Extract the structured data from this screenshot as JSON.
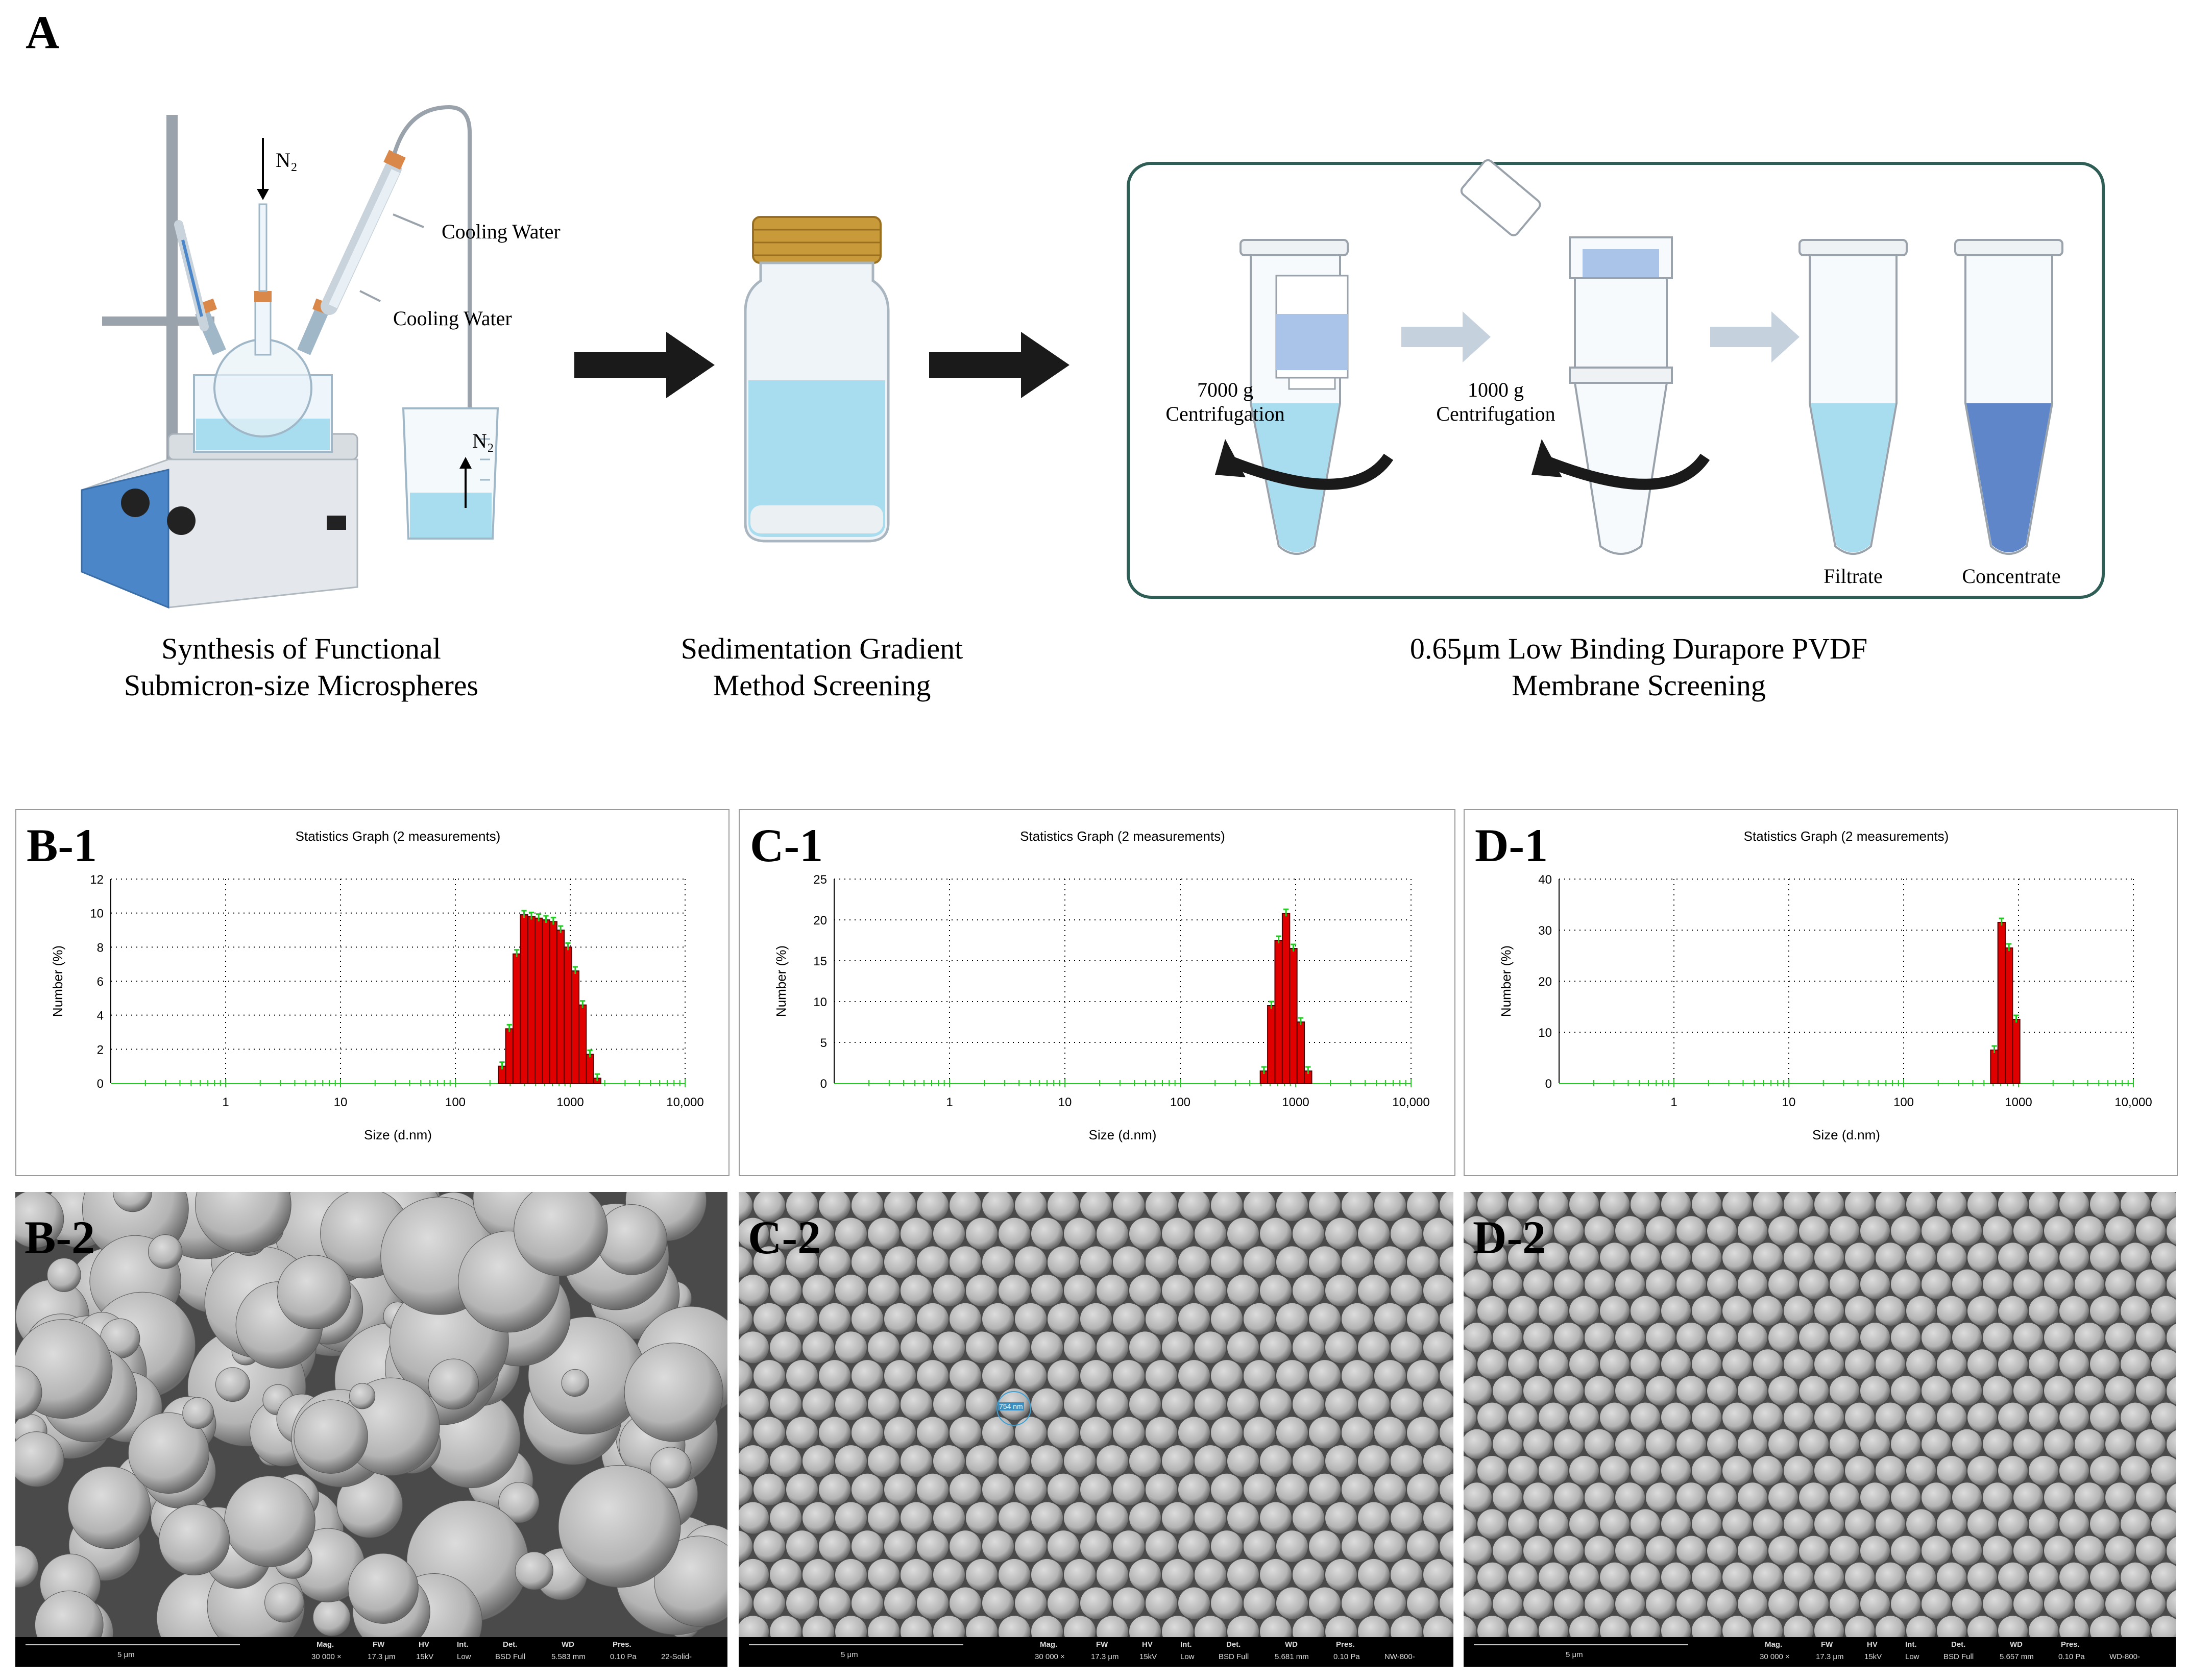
{
  "panel_a": {
    "letter": "A",
    "labels": {
      "n2_top": "N₂",
      "n2_beaker": "N₂",
      "cooling_water_1": "Cooling Water",
      "cooling_water_2": "Cooling Water",
      "cent_7000_line1": "7000 g",
      "cent_7000_line2": "Centrifugation",
      "cent_1000_line1": "1000 g",
      "cent_1000_line2": "Centrifugation",
      "filtrate": "Filtrate",
      "concentrate": "Concentrate"
    },
    "captions": {
      "synthesis_line1": "Synthesis of Functional",
      "synthesis_line2": "Submicron-size Microspheres",
      "sedimentation_line1": "Sedimentation Gradient",
      "sedimentation_line2": "Method Screening",
      "membrane_line1": "0.65μm Low Binding Durapore PVDF",
      "membrane_line2": "Membrane Screening"
    },
    "colors": {
      "arrow": "#1a1a1a",
      "light_arrow": "#c5d2de",
      "box_border": "#2e5e55",
      "liquid_light": "#a8dcef",
      "liquid_dark": "#5f86c8",
      "hotplate_blue": "#4a86c8"
    }
  },
  "chart_data": [
    {
      "id": "B-1",
      "type": "bar",
      "title": "Statistics Graph (2 measurements)",
      "xlabel": "Size (d.nm)",
      "ylabel": "Number (%)",
      "x_scale": "log",
      "xlim": [
        0.1,
        10000
      ],
      "ylim": [
        0,
        12
      ],
      "x_ticks": [
        "1",
        "10",
        "100",
        "1000",
        "10,000"
      ],
      "y_ticks": [
        "0",
        "2",
        "4",
        "6",
        "8",
        "10",
        "12"
      ],
      "grid": true,
      "x": [
        255,
        295,
        342,
        396,
        459,
        531,
        615,
        712,
        825,
        955,
        1106,
        1281,
        1484,
        1718
      ],
      "values": [
        1.0,
        3.2,
        7.6,
        9.9,
        9.8,
        9.7,
        9.6,
        9.5,
        9.0,
        8.0,
        6.6,
        4.6,
        1.7,
        0.3
      ]
    },
    {
      "id": "C-1",
      "type": "bar",
      "title": "Statistics Graph (2 measurements)",
      "xlabel": "Size (d.nm)",
      "ylabel": "Number (%)",
      "x_scale": "log",
      "xlim": [
        0.1,
        10000
      ],
      "ylim": [
        0,
        25
      ],
      "x_ticks": [
        "1",
        "10",
        "100",
        "1000",
        "10,000"
      ],
      "y_ticks": [
        "0",
        "5",
        "10",
        "15",
        "20",
        "25"
      ],
      "grid": true,
      "x": [
        531,
        615,
        712,
        825,
        955,
        1106,
        1281
      ],
      "values": [
        1.5,
        9.5,
        17.5,
        20.8,
        16.5,
        7.5,
        1.5
      ]
    },
    {
      "id": "D-1",
      "type": "bar",
      "title": "Statistics Graph (2 measurements)",
      "xlabel": "Size (d.nm)",
      "ylabel": "Number (%)",
      "x_scale": "log",
      "xlim": [
        0.1,
        10000
      ],
      "ylim": [
        0,
        40
      ],
      "x_ticks": [
        "1",
        "10",
        "100",
        "1000",
        "10,000"
      ],
      "y_ticks": [
        "0",
        "10",
        "20",
        "30",
        "40"
      ],
      "grid": true,
      "x": [
        615,
        712,
        825,
        955
      ],
      "values": [
        6.5,
        31.5,
        26.5,
        12.5
      ]
    }
  ],
  "chart_colors": {
    "bar": "#e00000",
    "bar_edge": "#5a0000",
    "error": "#22cc22",
    "grid": "#000000"
  },
  "sem": [
    {
      "letter": "B-2",
      "scale": "5 μm",
      "mag_label": "Mag.",
      "mag": "30 000 ×",
      "fw_label": "FW",
      "fw": "17.3 μm",
      "hv_label": "HV",
      "hv": "15kV",
      "int_label": "Int.",
      "int": "Low",
      "det_label": "Det.",
      "det": "BSD Full",
      "wd_label": "WD",
      "wd": "5.583 mm",
      "pres_label": "Pres.",
      "pres": "0.10 Pa",
      "id_text": "22-Solid-"
    },
    {
      "letter": "C-2",
      "scale": "5 μm",
      "mag_label": "Mag.",
      "mag": "30 000 ×",
      "fw_label": "FW",
      "fw": "17.3 μm",
      "hv_label": "HV",
      "hv": "15kV",
      "int_label": "Int.",
      "int": "Low",
      "det_label": "Det.",
      "det": "BSD Full",
      "wd_label": "WD",
      "wd": "5.681 mm",
      "pres_label": "Pres.",
      "pres": "0.10 Pa",
      "id_text": "NW-800-"
    },
    {
      "letter": "D-2",
      "scale": "5 μm",
      "mag_label": "Mag.",
      "mag": "30 000 ×",
      "fw_label": "FW",
      "fw": "17.3 μm",
      "hv_label": "HV",
      "hv": "15kV",
      "int_label": "Int.",
      "int": "Low",
      "det_label": "Det.",
      "det": "BSD Full",
      "wd_label": "WD",
      "wd": "5.657 mm",
      "pres_label": "Pres.",
      "pres": "0.10 Pa",
      "id_text": "WD-800-"
    }
  ],
  "sem_measure_label": "754 nm"
}
